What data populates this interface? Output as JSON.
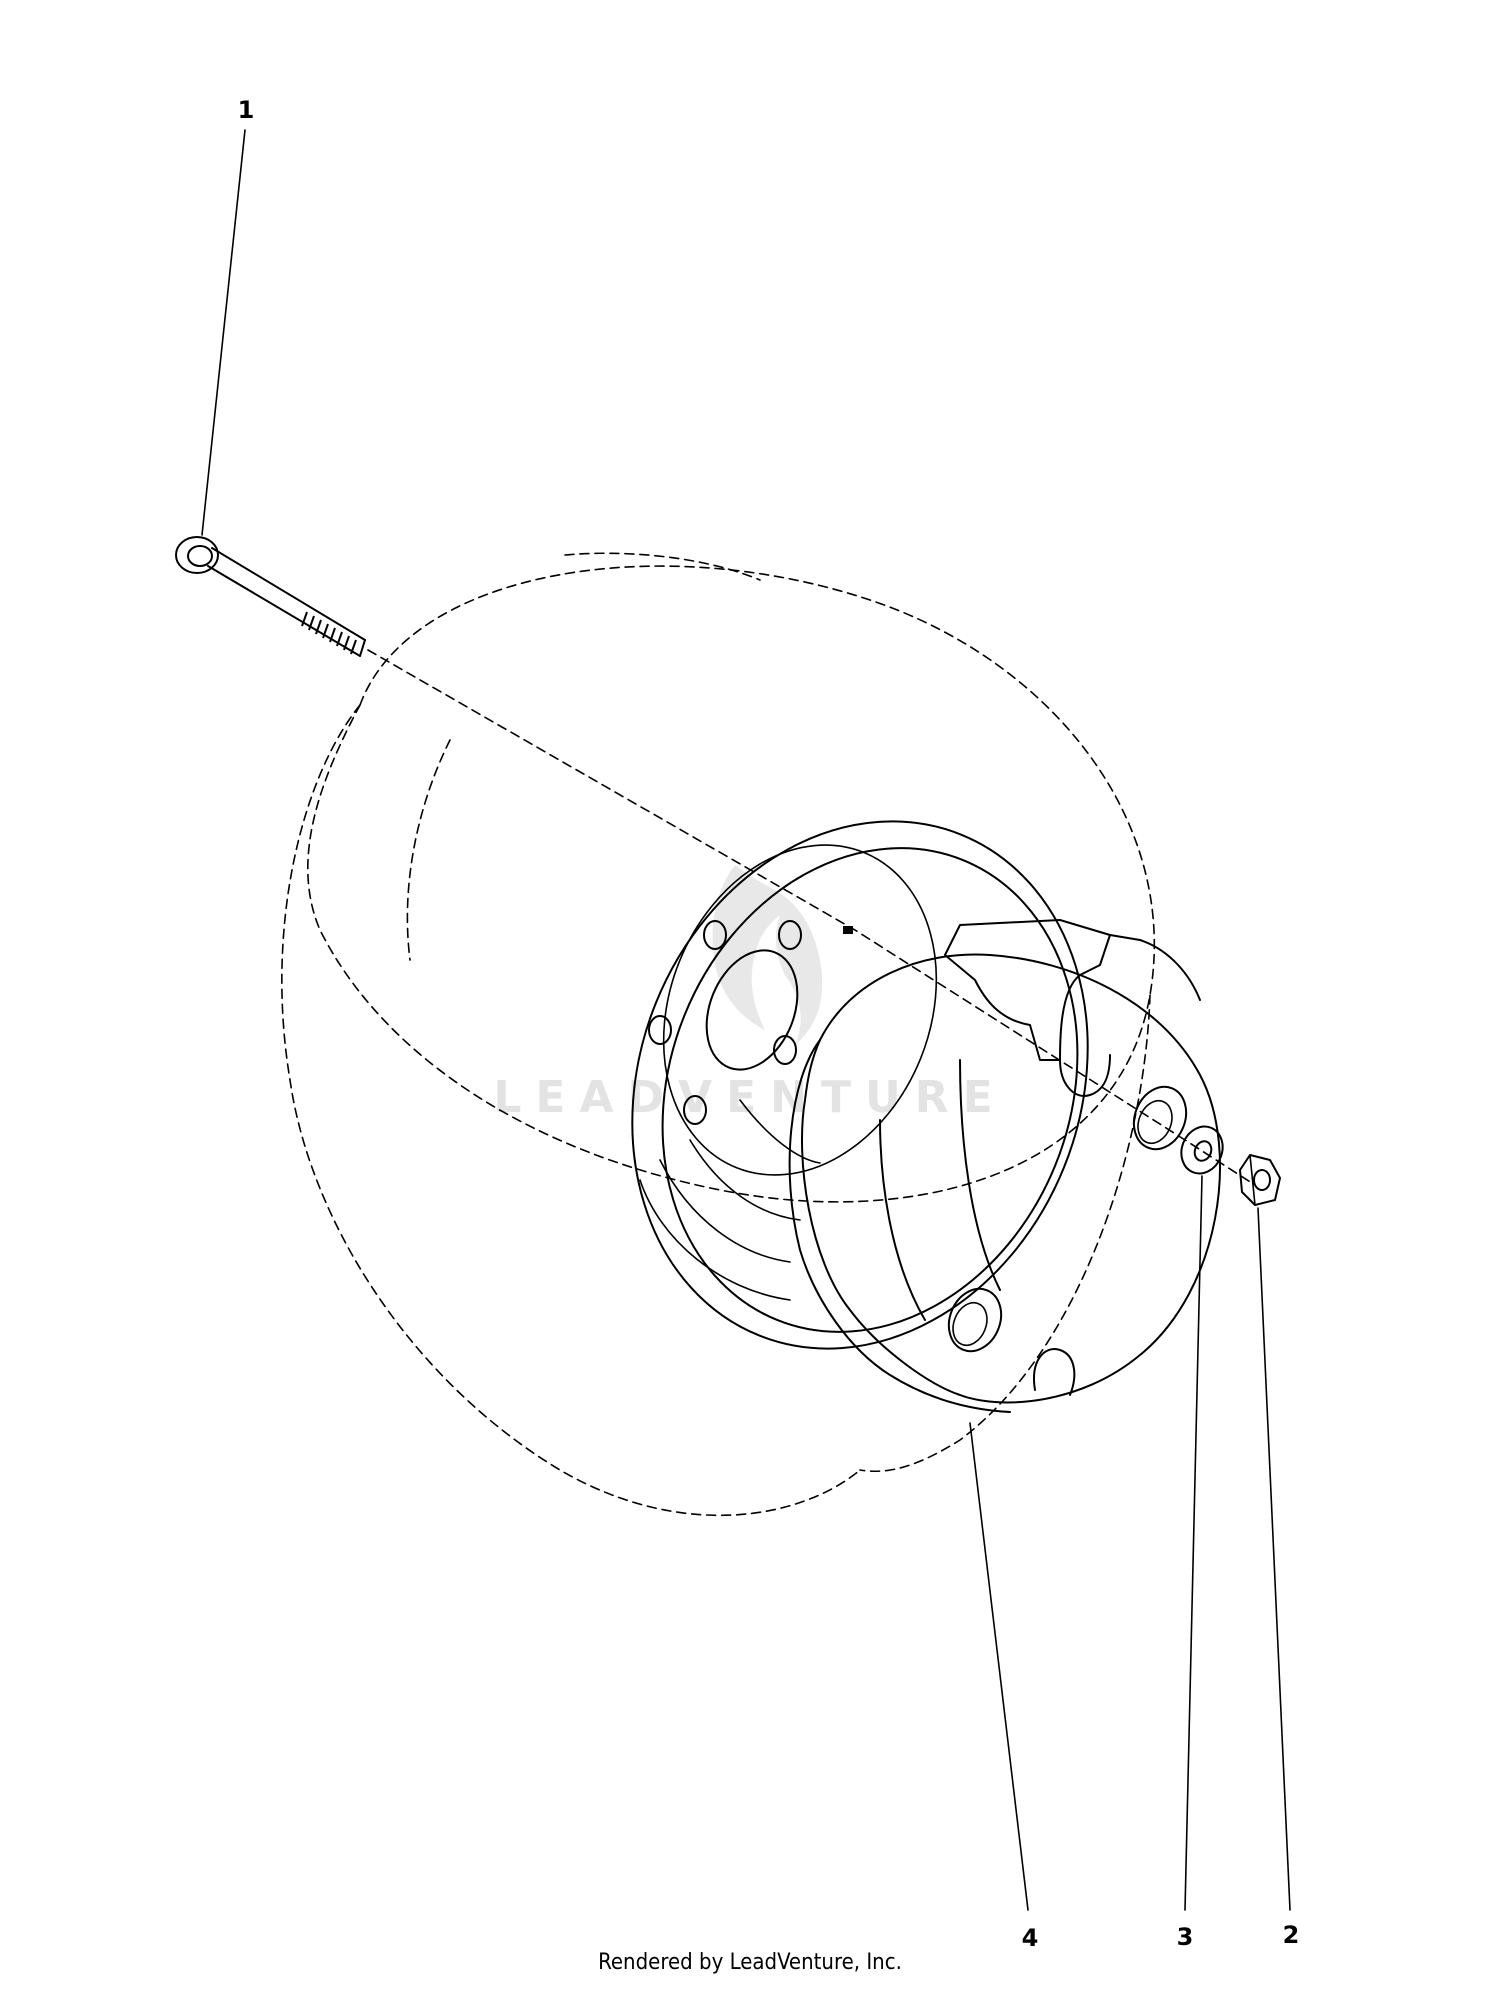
{
  "diagram": {
    "callouts": [
      {
        "id": "1",
        "label": "1"
      },
      {
        "id": "2",
        "label": "2"
      },
      {
        "id": "3",
        "label": "3"
      },
      {
        "id": "4",
        "label": "4"
      }
    ],
    "watermark": "LEADVENTURE",
    "footer": "Rendered by LeadVenture, Inc."
  }
}
